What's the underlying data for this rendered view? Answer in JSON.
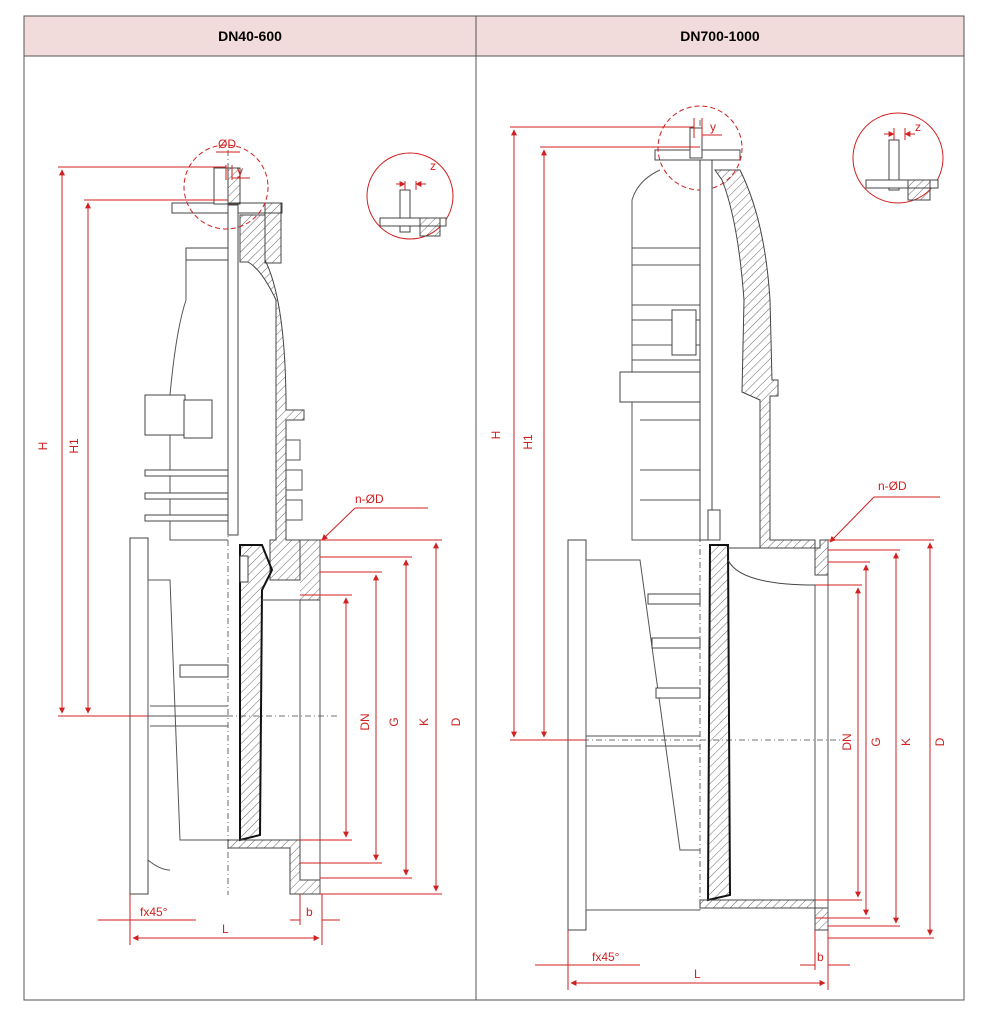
{
  "headers": {
    "left": "DN40-600",
    "right": "DN700-1000"
  },
  "left_drawing": {
    "dim_H": "H",
    "dim_H1": "H1",
    "dim_OD": "ØD",
    "dim_y": "y",
    "dim_z": "z",
    "dim_nOD": "n-ØD",
    "dim_DN": "DN",
    "dim_G": "G",
    "dim_K": "K",
    "dim_D": "D",
    "dim_f": "fx45°",
    "dim_L": "L",
    "dim_b": "b"
  },
  "right_drawing": {
    "dim_H": "H",
    "dim_H1": "H1",
    "dim_y": "y",
    "dim_z": "z",
    "dim_nOD": "n-ØD",
    "dim_DN": "DN",
    "dim_G": "G",
    "dim_K": "K",
    "dim_D": "D",
    "dim_f": "fx45°",
    "dim_L": "L",
    "dim_b": "b"
  },
  "colors": {
    "header_bg": "#f2dcdb",
    "dimension": "#d02020",
    "outline": "#444444"
  }
}
